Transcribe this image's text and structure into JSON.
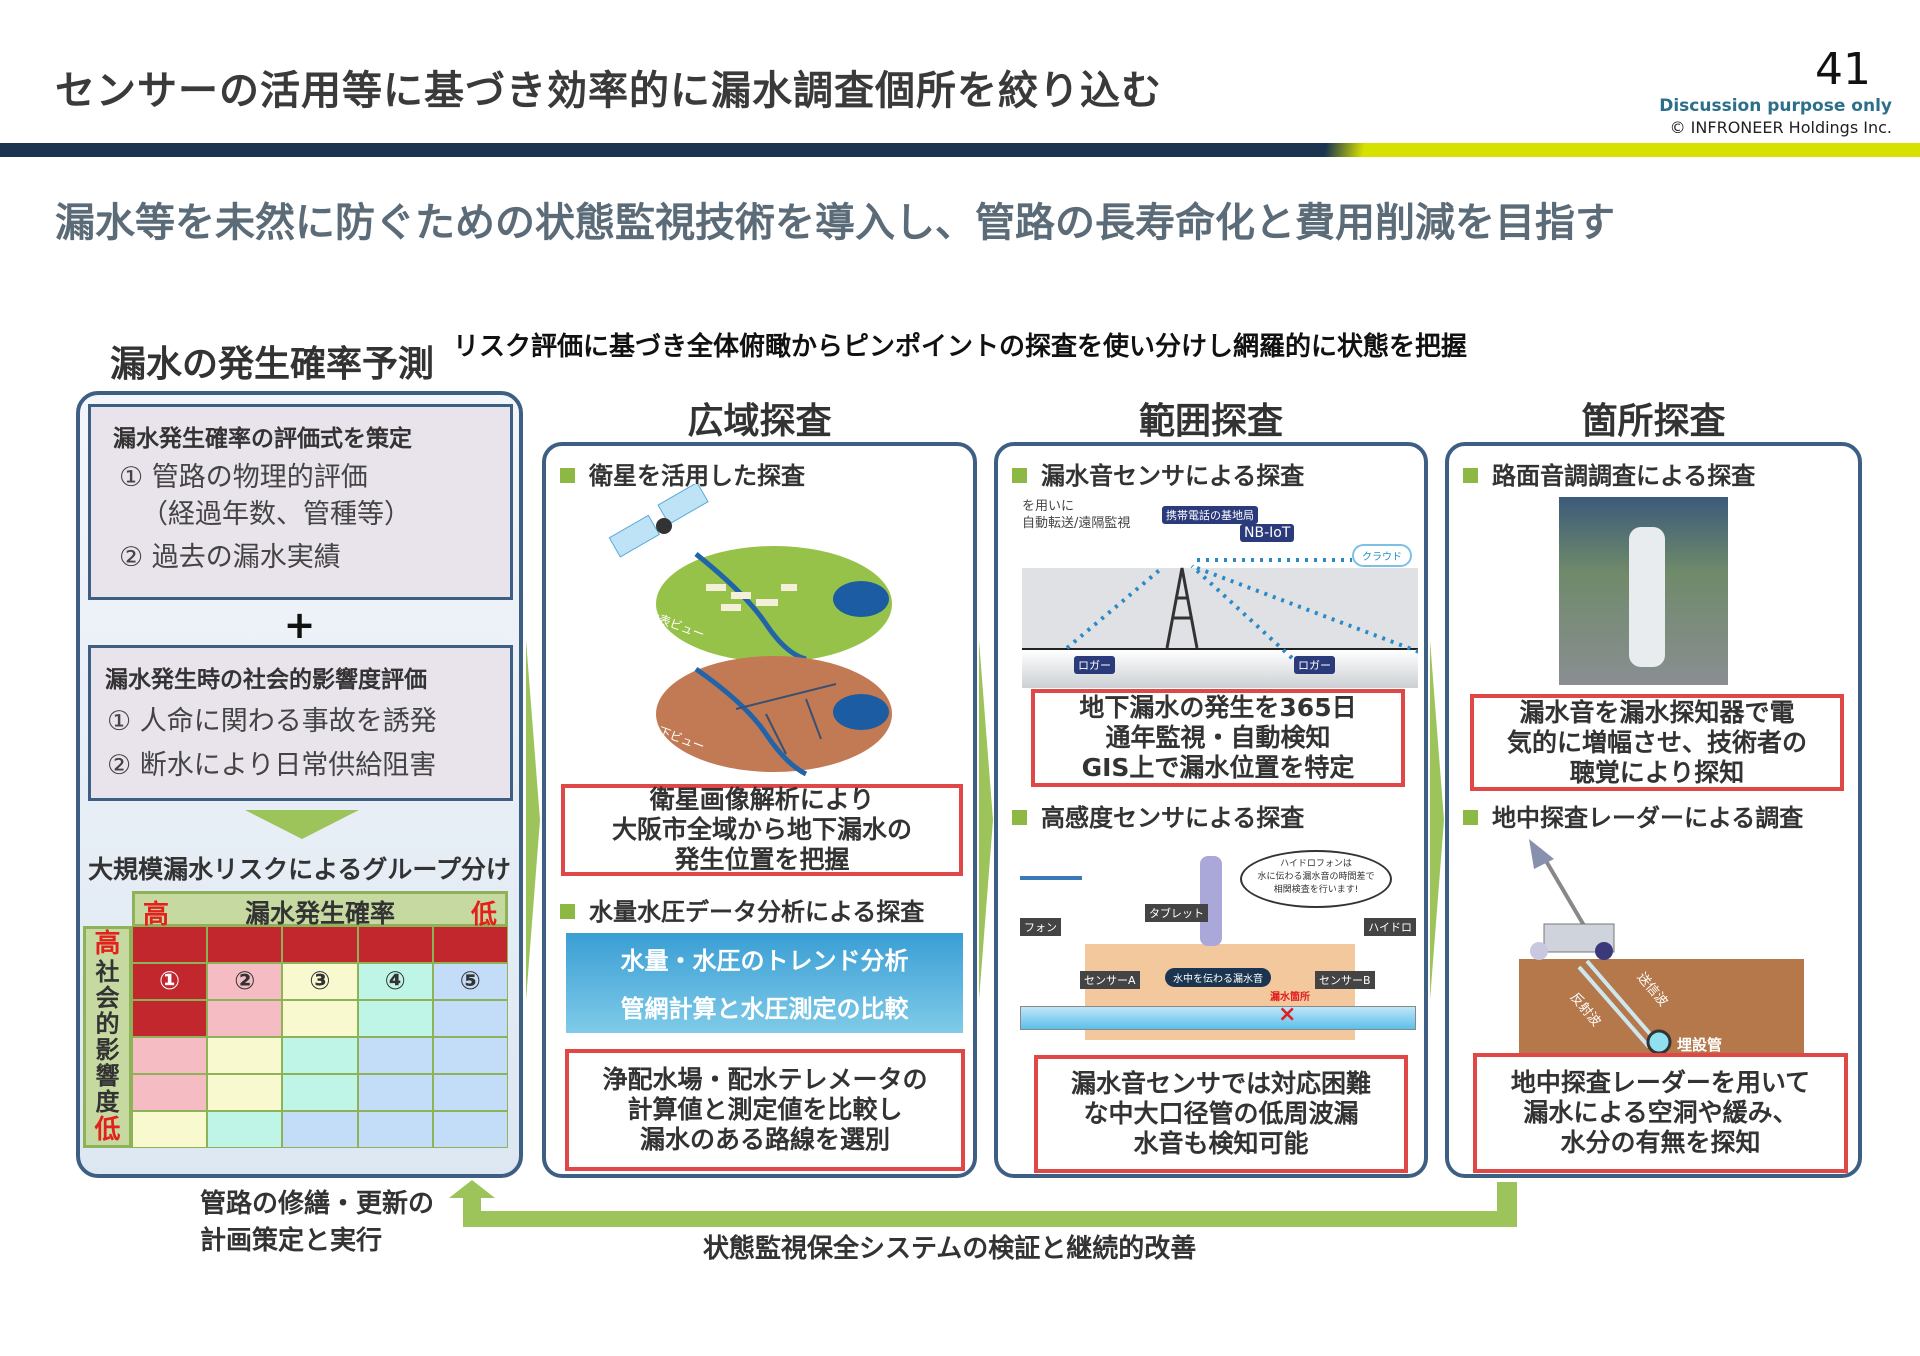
{
  "header": {
    "title": "センサーの活用等に基づき効率的に漏水調査個所を絞り込む",
    "page_number": "41",
    "discussion": "Discussion purpose only",
    "copyright": "© INFRONEER Holdings Inc."
  },
  "subtitle": "漏水等を未然に防ぐための状態監視技術を導入し、管路の長寿命化と費用削減を目指す",
  "risk_caption": "リスク評価に基づき全体俯瞰からピンポイントの探査を使い分けし網羅的に状態を把握",
  "prediction": {
    "heading": "漏水の発生確率予測",
    "box1": {
      "title": "漏水発生確率の評価式を策定",
      "items": [
        "① 管路の物理的評価",
        "（経過年数、管種等）",
        "② 過去の漏水実績"
      ]
    },
    "plus": "+",
    "box2": {
      "title": "漏水発生時の社会的影響度評価",
      "items": [
        "① 人命に関わる事故を誘発",
        "② 断水により日常供給阻害"
      ]
    },
    "grouping": "大規模漏水リスクによるグループ分け",
    "grid": {
      "x_title": "漏水発生確率",
      "high": "高",
      "low": "低",
      "y_title": [
        "社",
        "会",
        "的",
        "影",
        "響",
        "度"
      ],
      "groups": [
        "①",
        "②",
        "③",
        "④",
        "⑤"
      ],
      "colors": {
        "1": "#c1272d",
        "2": "#f6bcc4",
        "3": "#f8f9cf",
        "4": "#bff5e6",
        "5": "#c3dcf8"
      },
      "cells": [
        [
          1,
          1,
          1,
          1,
          1
        ],
        [
          1,
          2,
          3,
          4,
          5
        ],
        [
          1,
          2,
          3,
          4,
          5
        ],
        [
          2,
          3,
          4,
          5,
          5
        ],
        [
          2,
          3,
          4,
          5,
          5
        ],
        [
          3,
          4,
          5,
          5,
          5
        ]
      ]
    }
  },
  "wide": {
    "heading": "広域探査",
    "sec1": "衛星を活用した探査",
    "illus": {
      "surface": "地表ビュー",
      "underground": "地下ビュー"
    },
    "box1": [
      "衛星画像解析により",
      "大阪市全域から地下漏水の",
      "発生位置を把握"
    ],
    "sec2": "水量水圧データ分析による探査",
    "blue": [
      "水量・水圧のトレンド分析",
      "管網計算と水圧測定の比較"
    ],
    "box2": [
      "浄配水場・配水テレメータの",
      "計算値と測定値を比較し",
      "漏水のある路線を選別"
    ]
  },
  "range": {
    "heading": "範囲探査",
    "sec1": "漏水音センサによる探査",
    "illus1": {
      "left_text": [
        "を用いに",
        "自動転送/遠隔監視"
      ],
      "tower": "携帯電話の基地局",
      "nbiot": "NB-IoT",
      "cloud": "クラウド",
      "logger": "ロガー"
    },
    "box1": [
      "地下漏水の発生を365日",
      "通年監視・自動検知",
      "GIS上で漏水位置を特定"
    ],
    "sec2": "高感度センサによる探査",
    "illus2": {
      "bubble": [
        "ハイドロフォンは",
        "水に伝わる漏水音の時間差で",
        "相関検査を行います!"
      ],
      "tablet": "タブレット",
      "phone_l": "フォン",
      "phone_r": "ハイドロ",
      "sensor_a": "センサーA",
      "sensor_b": "センサーB",
      "sound": "水中を伝わる漏水音",
      "leak": "漏水箇所"
    },
    "box2": [
      "漏水音センサでは対応困難",
      "な中大口径管の低周波漏",
      "水音も検知可能"
    ]
  },
  "spot": {
    "heading": "箇所探査",
    "sec1": "路面音調調査による探査",
    "box1": [
      "漏水音を漏水探知器で電",
      "気的に増幅させ、技術者の",
      "聴覚により探知"
    ],
    "sec2": "地中探査レーダーによる調査",
    "illus": {
      "send": "送信波",
      "reflect": "反射波",
      "pipe": "埋設管"
    },
    "box2": [
      "地中探査レーダーを用いて",
      "漏水による空洞や緩み、",
      "水分の有無を探知"
    ]
  },
  "bottom": {
    "plan": [
      "管路の修繕・更新の",
      "計画策定と実行"
    ],
    "cycle": "状態監視保全システムの検証と継続的改善"
  },
  "colors": {
    "navy": "#1b3550",
    "accent_yellow": "#d6e100",
    "green": "#9cc45a",
    "frame": "#3e5f84",
    "red_frame": "#e04848"
  }
}
